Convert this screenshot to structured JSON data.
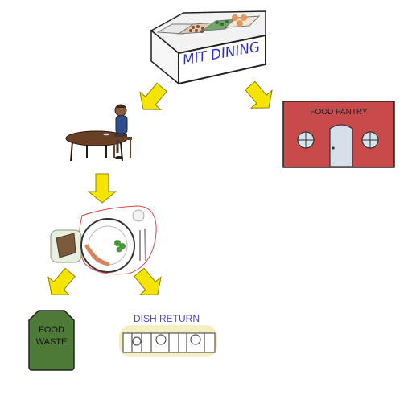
{
  "diagram": {
    "counter": {
      "label": "MIT DINING"
    },
    "pantry": {
      "label": "FOOD PANTRY"
    },
    "waste_bin": {
      "line1": "FOOD",
      "line2": "WASTE"
    },
    "dish_return": {
      "label": "DISH RETURN"
    }
  },
  "colors": {
    "arrow": "#f5e400",
    "pantry_wall": "#c94a4a",
    "bin": "#4e7a38",
    "counter_label": "#2a2adb",
    "dish_label": "#4a4ac8"
  },
  "icons": [
    "arrow-icon",
    "table-icon",
    "person-icon",
    "plate-icon",
    "door-icon",
    "window-icon"
  ]
}
